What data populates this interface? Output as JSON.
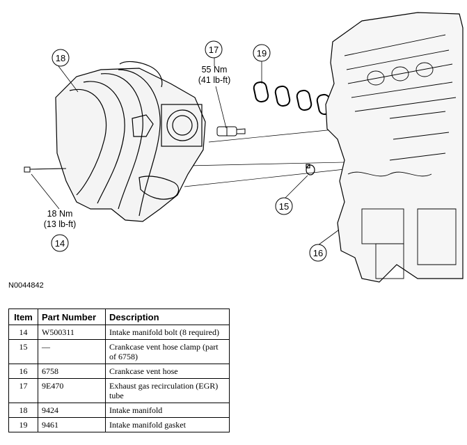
{
  "figure": {
    "figure_id": "N0044842",
    "callouts": [
      {
        "number": "14",
        "torque_nm": "18 Nm",
        "torque_lbft": "(13 lb-ft)"
      },
      {
        "number": "15"
      },
      {
        "number": "16"
      },
      {
        "number": "17",
        "torque_nm": "55 Nm",
        "torque_lbft": "(41 lb-ft)"
      },
      {
        "number": "18"
      },
      {
        "number": "19"
      }
    ]
  },
  "table": {
    "headers": {
      "item": "Item",
      "part_number": "Part Number",
      "description": "Description"
    },
    "rows": [
      {
        "item": "14",
        "part_number": "W500311",
        "description": "Intake manifold bolt (8 required)"
      },
      {
        "item": "15",
        "part_number": "—",
        "description": "Crankcase vent hose clamp (part of 6758)"
      },
      {
        "item": "16",
        "part_number": "6758",
        "description": "Crankcase vent hose"
      },
      {
        "item": "17",
        "part_number": "9E470",
        "description": "Exhaust gas recirculation (EGR) tube"
      },
      {
        "item": "18",
        "part_number": "9424",
        "description": "Intake manifold"
      },
      {
        "item": "19",
        "part_number": "9461",
        "description": "Intake manifold gasket"
      }
    ]
  }
}
